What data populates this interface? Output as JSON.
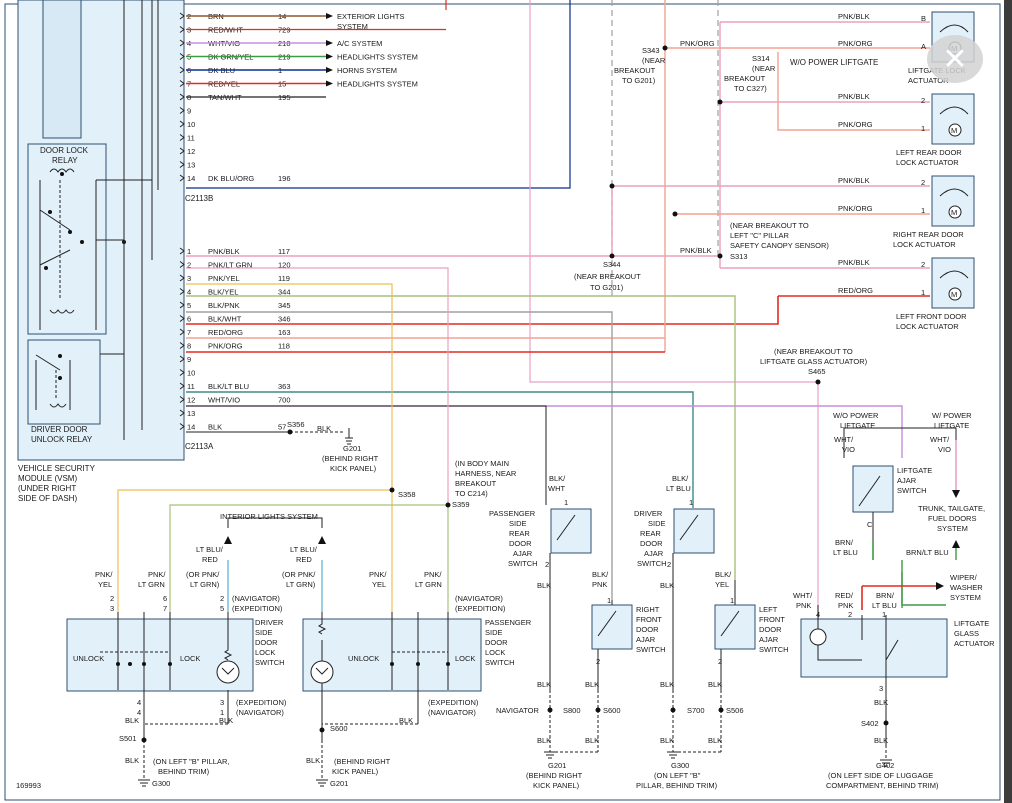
{
  "wire_colors": {
    "PNK": "#e8a0c8",
    "PNK_ORG": "#f3a391",
    "PNK_BLK": "#eba0bd",
    "RED": "#e32b22",
    "GRN": "#3e9a45",
    "BLUE": "#0c2d8a",
    "LTGRN": "#a8c07a",
    "YEL": "#ecbf52",
    "GRY": "#a1a1a1",
    "LTBLU": "#6fbcd8",
    "TEAL": "#3f8a8c",
    "VIO": "#c58fd8",
    "BLACK": "#111111"
  },
  "vsm": {
    "label": [
      "VEHICLE SECURITY",
      "MODULE (VSM)",
      "(UNDER RIGHT",
      "SIDE OF DASH)"
    ],
    "door_lock_relay": [
      "DOOR LOCK",
      "RELAY"
    ],
    "driver_door_unlock_relay": [
      "DRIVER DOOR",
      "UNLOCK RELAY"
    ]
  },
  "connector_b": {
    "name": "C2113B",
    "pins": [
      {
        "pin": "2",
        "color": "BRN",
        "circuit": "14",
        "dest": [
          "EXTERIOR LIGHTS",
          "SYSTEM"
        ]
      },
      {
        "pin": "3",
        "color": "RED/WHT",
        "circuit": "729",
        "dest": []
      },
      {
        "pin": "4",
        "color": "WHT/VIO",
        "circuit": "218",
        "dest": [
          "A/C SYSTEM"
        ]
      },
      {
        "pin": "5",
        "color": "DK GRN/YEL",
        "circuit": "219",
        "dest": [
          "HEADLIGHTS SYSTEM"
        ]
      },
      {
        "pin": "6",
        "color": "DK BLU",
        "circuit": "1",
        "dest": [
          "HORNS SYSTEM"
        ]
      },
      {
        "pin": "7",
        "color": "RED/YEL",
        "circuit": "15",
        "dest": [
          "HEADLIGHTS SYSTEM"
        ]
      },
      {
        "pin": "8",
        "color": "TAN/WHT",
        "circuit": "195",
        "dest": []
      },
      {
        "pin": "9",
        "color": "",
        "circuit": "",
        "dest": []
      },
      {
        "pin": "10",
        "color": "",
        "circuit": "",
        "dest": []
      },
      {
        "pin": "11",
        "color": "",
        "circuit": "",
        "dest": []
      },
      {
        "pin": "12",
        "color": "",
        "circuit": "",
        "dest": []
      },
      {
        "pin": "13",
        "color": "",
        "circuit": "",
        "dest": []
      },
      {
        "pin": "14",
        "color": "DK BLU/ORG",
        "circuit": "196",
        "dest": []
      }
    ]
  },
  "connector_a": {
    "name": "C2113A",
    "pins": [
      {
        "pin": "1",
        "color": "PNK/BLK",
        "circuit": "117"
      },
      {
        "pin": "2",
        "color": "PNK/LT GRN",
        "circuit": "120"
      },
      {
        "pin": "3",
        "color": "PNK/YEL",
        "circuit": "119"
      },
      {
        "pin": "4",
        "color": "BLK/YEL",
        "circuit": "344"
      },
      {
        "pin": "5",
        "color": "BLK/PNK",
        "circuit": "345"
      },
      {
        "pin": "6",
        "color": "BLK/WHT",
        "circuit": "346"
      },
      {
        "pin": "7",
        "color": "RED/ORG",
        "circuit": "163"
      },
      {
        "pin": "8",
        "color": "PNK/ORG",
        "circuit": "118"
      },
      {
        "pin": "9",
        "color": "",
        "circuit": ""
      },
      {
        "pin": "10",
        "color": "",
        "circuit": ""
      },
      {
        "pin": "11",
        "color": "BLK/LT BLU",
        "circuit": "363"
      },
      {
        "pin": "12",
        "color": "WHT/VIO",
        "circuit": "700"
      },
      {
        "pin": "13",
        "color": "",
        "circuit": ""
      },
      {
        "pin": "14",
        "color": "BLK",
        "circuit": "57"
      }
    ]
  },
  "splices": {
    "s343": [
      "S343",
      "(NEAR",
      "BREAKOUT",
      "TO G201)"
    ],
    "s314": [
      "S314",
      "(NEAR",
      "BREAKOUT",
      "TO C327)"
    ],
    "s344": [
      "S344",
      "(NEAR BREAKOUT",
      "TO G201)"
    ],
    "s313": [
      "S313"
    ],
    "s313_note": [
      "(NEAR BREAKOUT TO",
      "LEFT \"C\" PILLAR",
      "SAFETY CANOPY SENSOR)"
    ],
    "s465": [
      "(NEAR BREAKOUT TO",
      "LIFTGATE GLASS ACTUATOR)",
      "S465"
    ],
    "s356": "S356",
    "s358": "S358",
    "s359": "S359",
    "s358_note": [
      "(IN BODY MAIN",
      "HARNESS, NEAR",
      "BREAKOUT",
      "TO C214)"
    ],
    "g201_note": [
      "G201",
      "(BEHIND RIGHT",
      "KICK PANEL)"
    ]
  },
  "actuators": [
    {
      "label": [
        "LIFTGATE LOCK",
        "ACTUATOR"
      ],
      "top_wire": "PNK/BLK",
      "bottom_wire": "PNK/ORG"
    },
    {
      "label": [
        "LEFT REAR DOOR",
        "LOCK ACTUATOR"
      ],
      "top_wire": "PNK/BLK",
      "bottom_wire": "PNK/ORG"
    },
    {
      "label": [
        "RIGHT REAR DOOR",
        "LOCK ACTUATOR"
      ],
      "top_wire": "PNK/BLK",
      "bottom_wire": "PNK/ORG"
    },
    {
      "label": [
        "LEFT FRONT DOOR",
        "LOCK ACTUATOR"
      ],
      "top_wire": "PNK/BLK",
      "bottom_wire": "RED/ORG"
    }
  ],
  "wo_power_liftgate": "W/O POWER LIFTGATE",
  "interior_lights": "INTERIOR LIGHTS SYSTEM",
  "driver_switch": {
    "label": [
      "DRIVER",
      "SIDE",
      "DOOR",
      "LOCK",
      "SWITCH"
    ],
    "unlock": "UNLOCK",
    "lock": "LOCK",
    "wires": [
      [
        "PNK/",
        "YEL"
      ],
      [
        "PNK/",
        "LT GRN"
      ],
      [
        "LT BLU/",
        "RED"
      ]
    ],
    "alt": [
      "(OR PNK/",
      "LT GRN)"
    ],
    "pins_top": [
      "2",
      "3",
      "6",
      "7",
      "2",
      "5"
    ],
    "pins_note": [
      "(NAVIGATOR)",
      "(EXPEDITION)"
    ],
    "pins_bot": [
      "4",
      "4",
      "3",
      "1"
    ],
    "pins_bot_note": [
      "(EXPEDITION)",
      "(NAVIGATOR)"
    ]
  },
  "passenger_switch": {
    "label": [
      "PASSENGER",
      "SIDE",
      "DOOR",
      "LOCK",
      "SWITCH"
    ],
    "unlock": "UNLOCK",
    "lock": "LOCK"
  },
  "ajar_switches": [
    {
      "label": [
        "PASSENGER",
        "SIDE",
        "REAR",
        "DOOR",
        "AJAR",
        "SWITCH"
      ],
      "wire": [
        "BLK/",
        "WHT"
      ]
    },
    {
      "label": [
        "DRIVER",
        "SIDE",
        "REAR",
        "DOOR",
        "AJAR",
        "SWITCH"
      ],
      "wire": [
        "BLK/",
        "LT BLU"
      ]
    },
    {
      "label": [
        "RIGHT",
        "FRONT",
        "DOOR",
        "AJAR",
        "SWITCH"
      ],
      "wire": [
        "BLK/",
        "PNK"
      ]
    },
    {
      "label": [
        "LEFT",
        "FRONT",
        "DOOR",
        "AJAR",
        "SWITCH"
      ],
      "wire": [
        "BLK/",
        "YEL"
      ]
    }
  ],
  "liftgate": {
    "wo_power": [
      "W/O POWER",
      "LIFTGATE"
    ],
    "w_power": [
      "W/ POWER",
      "LIFTGATE"
    ],
    "ajar_switch": [
      "LIFTGATE",
      "AJAR",
      "SWITCH"
    ],
    "trunk": [
      "TRUNK, TAILGATE,",
      "FUEL DOORS",
      "SYSTEM"
    ],
    "wiper": [
      "WIPER/",
      "WASHER",
      "SYSTEM"
    ],
    "glass_actuator": [
      "LIFTGATE",
      "GLASS",
      "ACTUATOR"
    ]
  },
  "grounds": {
    "s501": "S501",
    "s600": "S600",
    "s800": "S800",
    "s700": "S700",
    "s506": "S506",
    "s402": "S402",
    "g300_left": [
      "(ON LEFT \"B\" PILLAR,",
      "BEHIND TRIM)"
    ],
    "g201_right": [
      "(BEHIND RIGHT",
      "KICK PANEL)"
    ],
    "g201_kick": [
      "G201",
      "(BEHIND RIGHT",
      "KICK PANEL)"
    ],
    "g300_pillar": [
      "G300",
      "(ON LEFT \"B\"",
      "PILLAR, BEHIND TRIM)"
    ],
    "g402": [
      "G402",
      "(ON LEFT SIDE OF LUGGAGE",
      "COMPARTMENT, BEHIND TRIM)"
    ],
    "navigator": "NAVIGATOR"
  },
  "diagram_id": "169993",
  "close_glyph": "✕"
}
